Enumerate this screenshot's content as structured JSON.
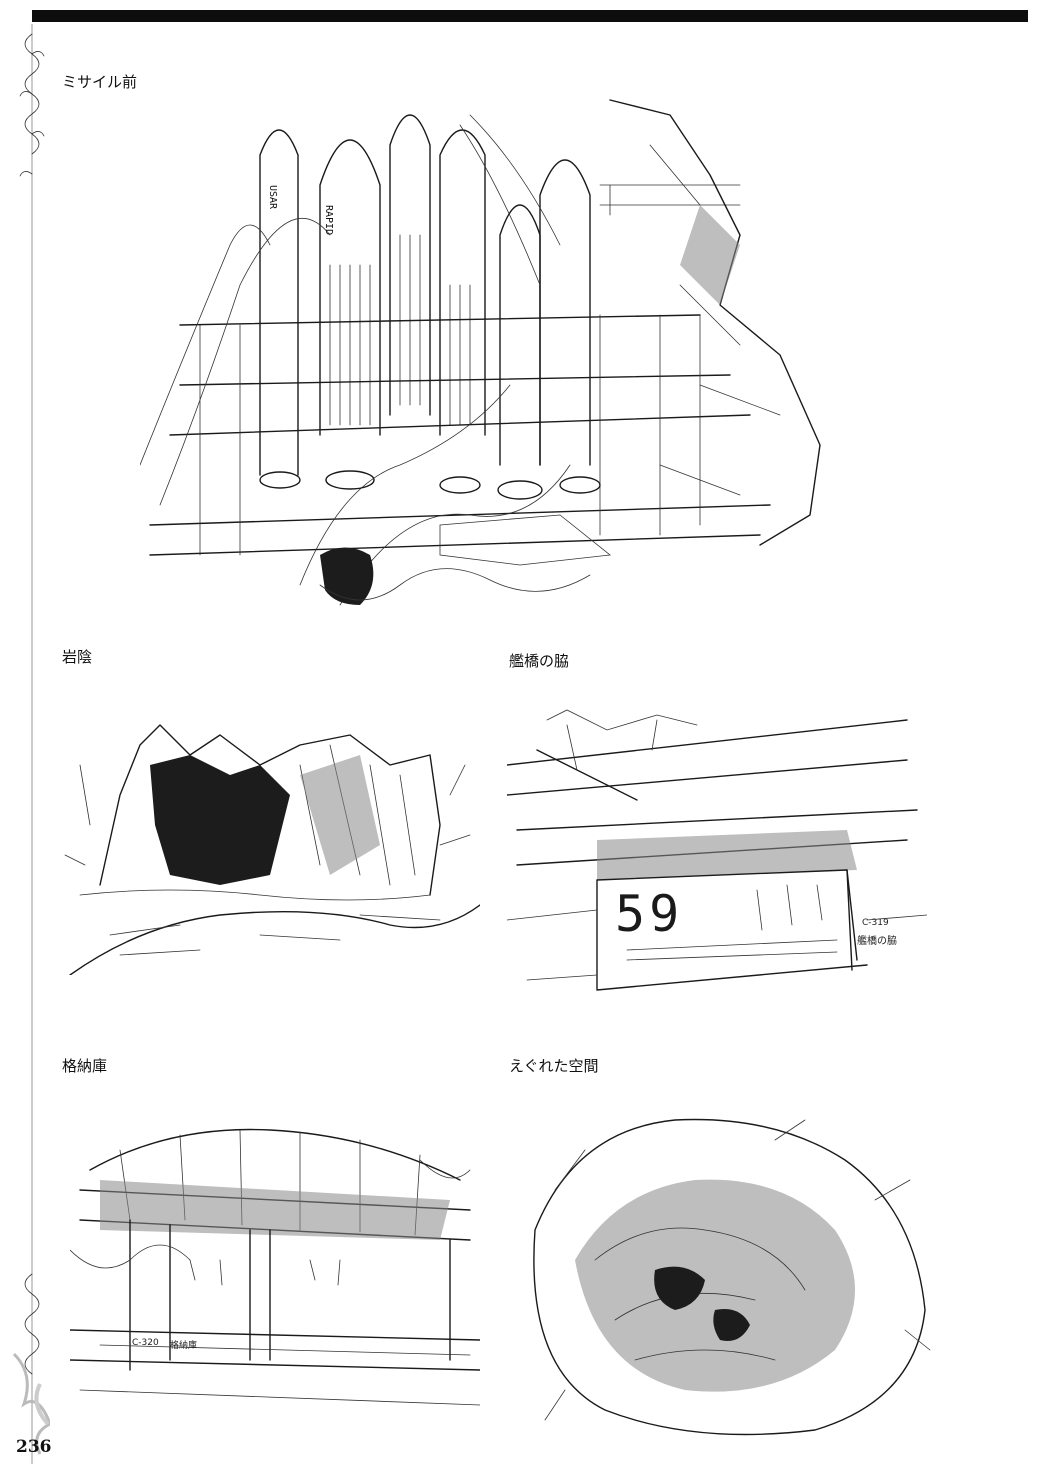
{
  "page": {
    "number": "236",
    "colors": {
      "ink": "#1a1a1a",
      "paper": "#ffffff",
      "bar": "#0d0d0d"
    }
  },
  "sketches": [
    {
      "id": "missile",
      "caption": "ミサイル前"
    },
    {
      "id": "rock-shade",
      "caption": "岩陰"
    },
    {
      "id": "bridge-side",
      "caption": "艦橋の脇",
      "inline_text": [
        "59",
        "C-319",
        "艦橋の脇"
      ]
    },
    {
      "id": "hangar",
      "caption": "格納庫",
      "inline_text": [
        "C-320",
        "格納庫"
      ]
    },
    {
      "id": "gouged-space",
      "caption": "えぐれた空間"
    }
  ],
  "missile_labels": [
    "USAR",
    "RAPID"
  ]
}
